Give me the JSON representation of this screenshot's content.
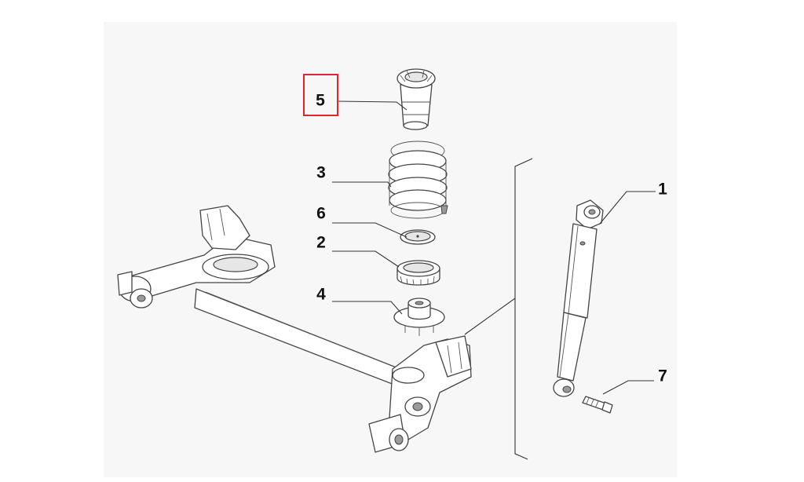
{
  "diagram": {
    "callouts": [
      {
        "id": "1",
        "label": "1"
      },
      {
        "id": "2",
        "label": "2"
      },
      {
        "id": "3",
        "label": "3"
      },
      {
        "id": "4",
        "label": "4"
      },
      {
        "id": "5",
        "label": "5"
      },
      {
        "id": "6",
        "label": "6"
      },
      {
        "id": "7",
        "label": "7"
      }
    ],
    "highlighted_callout": "5",
    "colors": {
      "highlight_box": "#e0262b",
      "line": "#444444",
      "background_panel": "#f7f7f7"
    }
  }
}
